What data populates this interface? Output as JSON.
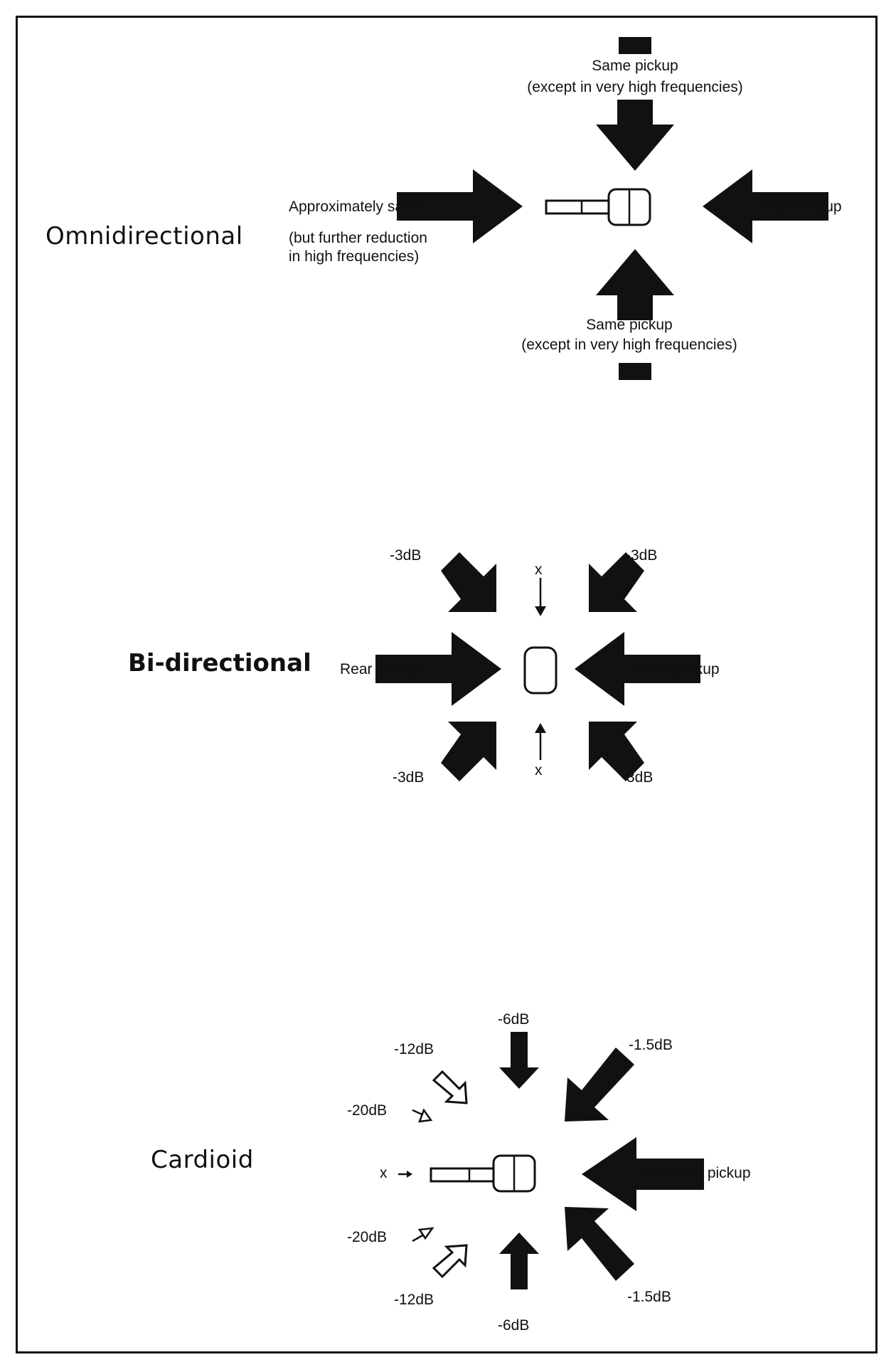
{
  "omni": {
    "title": "Omnidirectional",
    "top_label": "Same pickup",
    "top_sublabel": "(except in very high frequencies)",
    "left_label": "Approximately same",
    "left_sublabel_1": "(but further reduction",
    "left_sublabel_2": "in high frequencies)",
    "right_label": "Front pickup",
    "bottom_label": "Same pickup",
    "bottom_sublabel": "(except in very high frequencies)"
  },
  "bi": {
    "title": "Bi-directional",
    "ul": "-3dB",
    "ur": "-3dB",
    "ll": "-3dB",
    "lr": "-3dB",
    "top_x": "x",
    "bottom_x": "x",
    "left_label": "Rear pickup",
    "right_label": "Front pickup"
  },
  "cardioid": {
    "title": "Cardioid",
    "top": "-6dB",
    "bottom": "-6dB",
    "upper_right": "-1.5dB",
    "lower_right": "-1.5dB",
    "upper_left_12": "-12dB",
    "lower_left_12": "-12dB",
    "upper_left_20": "-20dB",
    "lower_left_20": "-20dB",
    "rear_x": "x",
    "right_label": "Maximum pickup"
  }
}
